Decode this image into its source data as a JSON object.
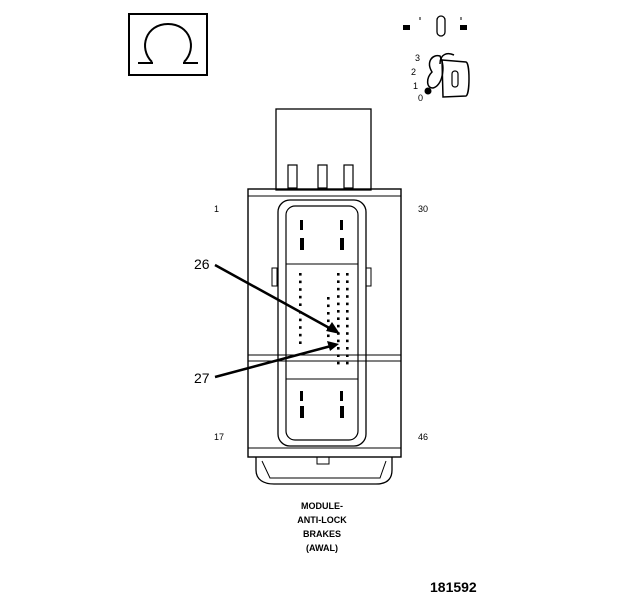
{
  "diagram": {
    "symbols": {
      "ohm": "ohm-symbol-icon",
      "ignition": "ignition-switch-icon"
    },
    "ignition_positions": [
      "3",
      "2",
      "1",
      "0"
    ],
    "pin_labels": {
      "top_left": "1",
      "top_right": "30",
      "bottom_left": "17",
      "bottom_right": "46"
    },
    "callouts": [
      "26",
      "27"
    ],
    "caption_lines": [
      "MODULE-",
      "ANTI-LOCK",
      "BRAKES",
      "(AWAL)"
    ],
    "figure_number": "181592"
  }
}
